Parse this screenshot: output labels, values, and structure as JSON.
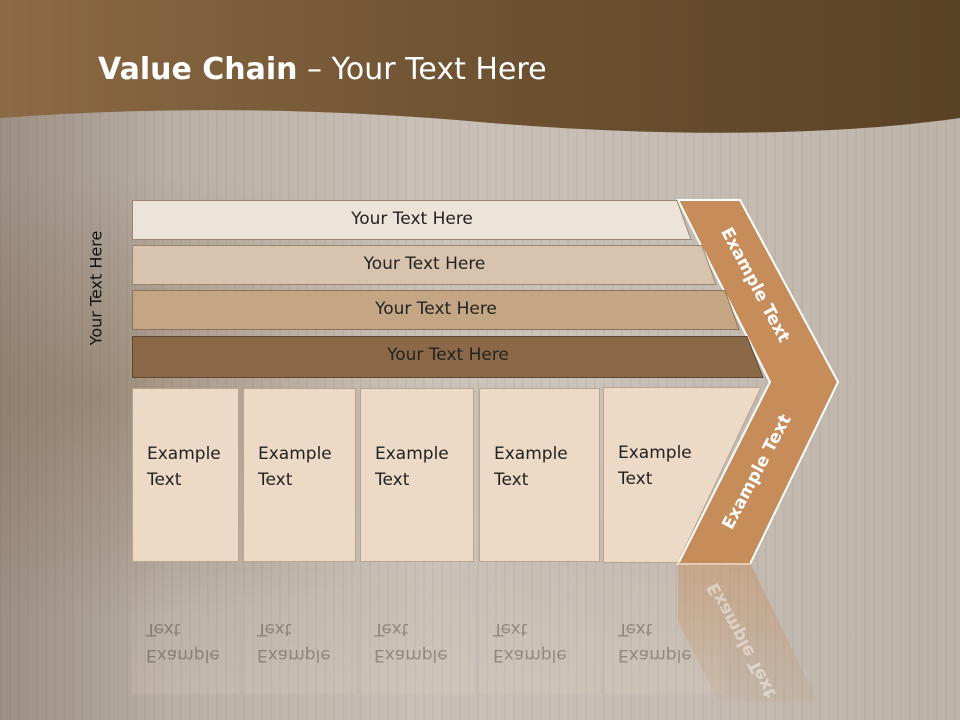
{
  "title": {
    "bold": "Value Chain",
    "rest": " – Your Text Here"
  },
  "side_label": "Your Text Here",
  "bars": [
    {
      "label": "Your Text Here",
      "color": "#ede4d9"
    },
    {
      "label": "Your Text Here",
      "color": "#d8c4ae"
    },
    {
      "label": "Your Text Here",
      "color": "#c4a584"
    },
    {
      "label": "Your Text Here",
      "color": "#8b6948"
    }
  ],
  "boxes": [
    {
      "line1": "Example",
      "line2": "Text"
    },
    {
      "line1": "Example",
      "line2": "Text"
    },
    {
      "line1": "Example",
      "line2": "Text"
    },
    {
      "line1": "Example",
      "line2": "Text"
    },
    {
      "line1": "Example",
      "line2": "Text"
    }
  ],
  "chevron": {
    "upper_text": "Example Text",
    "lower_text": "Example Text",
    "color": "#c68c5a"
  },
  "colors": {
    "header_dark": "#5b4328",
    "header_light": "#8a6a46",
    "box_fill": "#ecd9c6"
  }
}
